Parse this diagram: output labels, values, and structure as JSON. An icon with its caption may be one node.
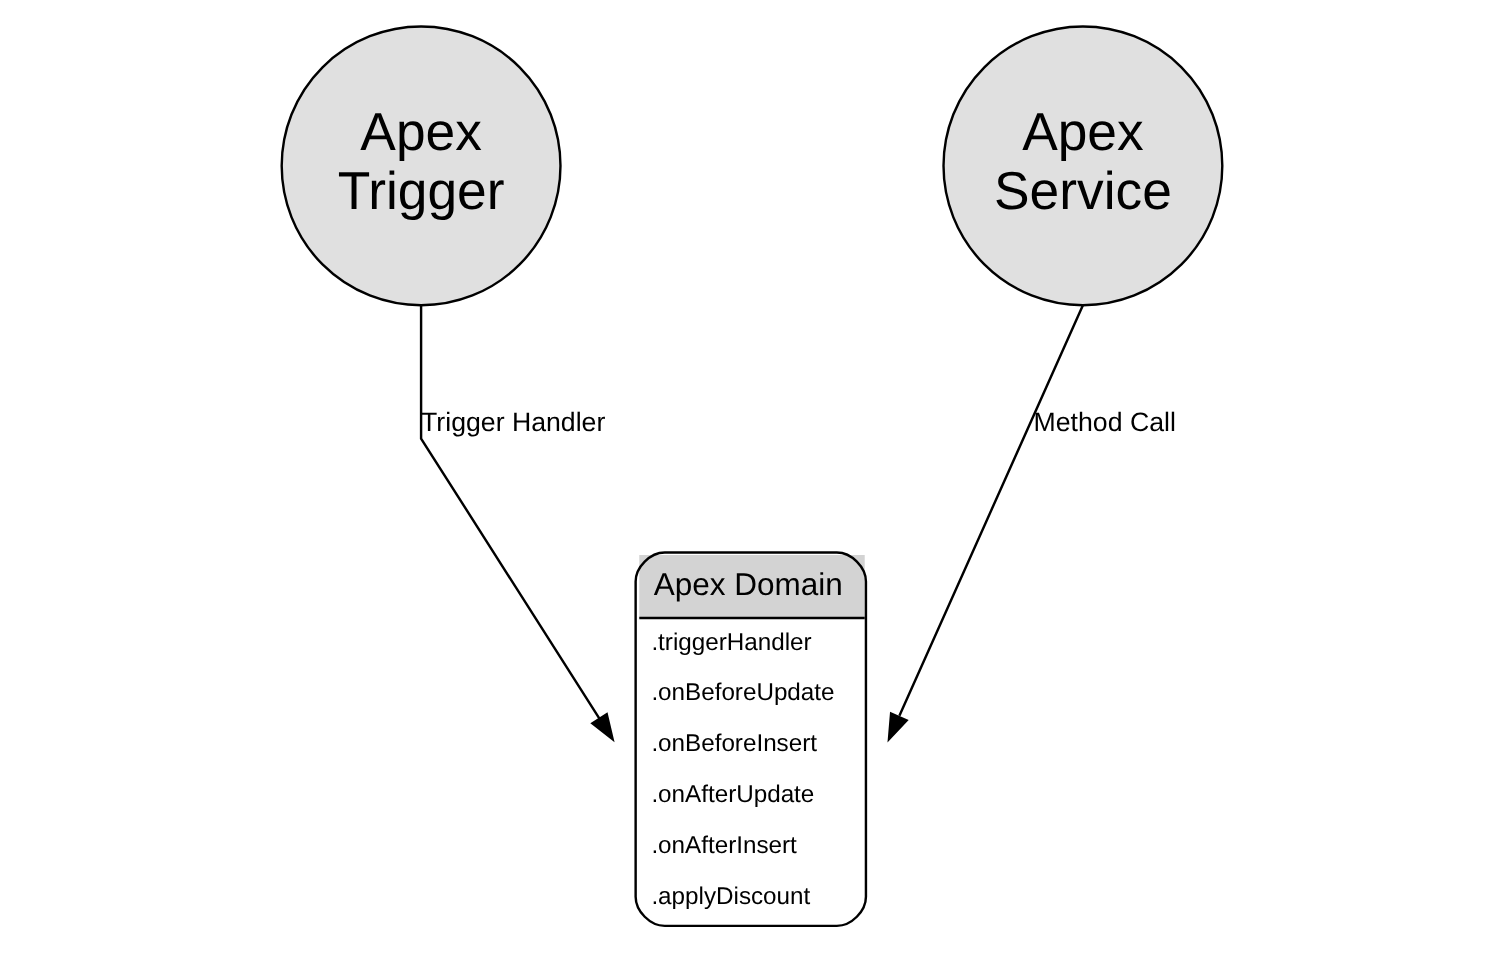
{
  "diagram": {
    "nodes": [
      {
        "text": [
          "Apex Trigger"
        ]
      },
      {
        "text": [
          "Apex Service"
        ]
      },
      {
        "text": [
          "Apex Domain",
          ".triggerHandler",
          ".onBeforeUpdate",
          ".onBeforeInsert",
          ".onAfterUpdate",
          ".onAfterInsert",
          ".applyDiscount"
        ]
      }
    ],
    "edges": [
      {
        "from": 0,
        "to": 2,
        "arrow": "to",
        "label": "Trigger Handler"
      },
      {
        "from": 1,
        "to": 2,
        "arrow": "to",
        "label": "Method Call"
      }
    ]
  }
}
